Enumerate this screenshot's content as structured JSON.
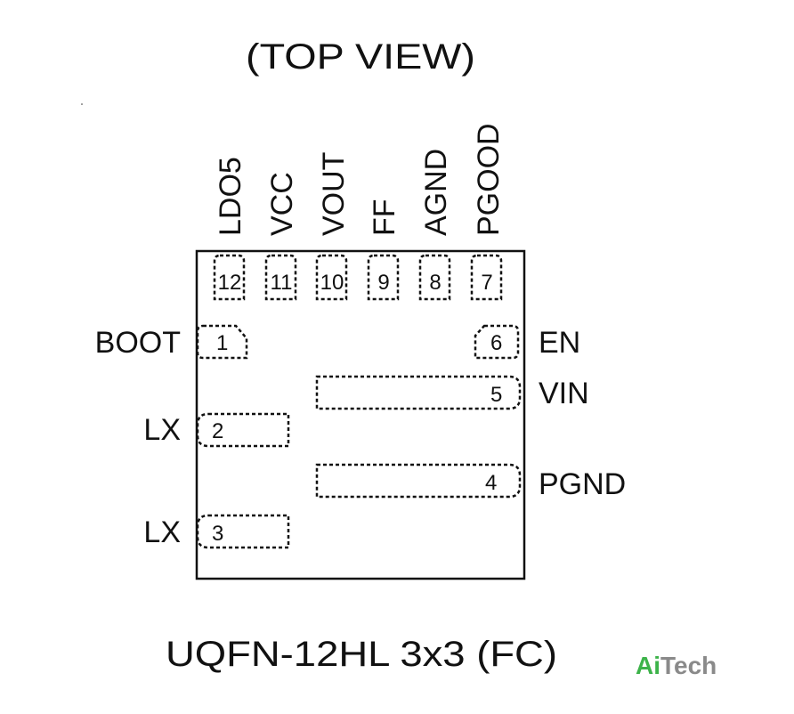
{
  "title": "(TOP VIEW)",
  "package": "UQFN-12HL 3x3 (FC)",
  "logo": {
    "ai": "Ai",
    "tech": "Tech",
    "ai_color": "#3db34a",
    "tech_color": "#8a8a8a"
  },
  "top_pins": [
    {
      "number": "12",
      "name": "LDO5"
    },
    {
      "number": "11",
      "name": "VCC"
    },
    {
      "number": "10",
      "name": "VOUT"
    },
    {
      "number": "9",
      "name": "FF"
    },
    {
      "number": "8",
      "name": "AGND"
    },
    {
      "number": "7",
      "name": "PGOOD"
    }
  ],
  "left_pins": [
    {
      "number": "1",
      "name": "BOOT"
    },
    {
      "number": "2",
      "name": "LX"
    },
    {
      "number": "3",
      "name": "LX"
    }
  ],
  "right_pins": [
    {
      "number": "6",
      "name": "EN"
    },
    {
      "number": "5",
      "name": "VIN"
    },
    {
      "number": "4",
      "name": "PGND"
    }
  ]
}
